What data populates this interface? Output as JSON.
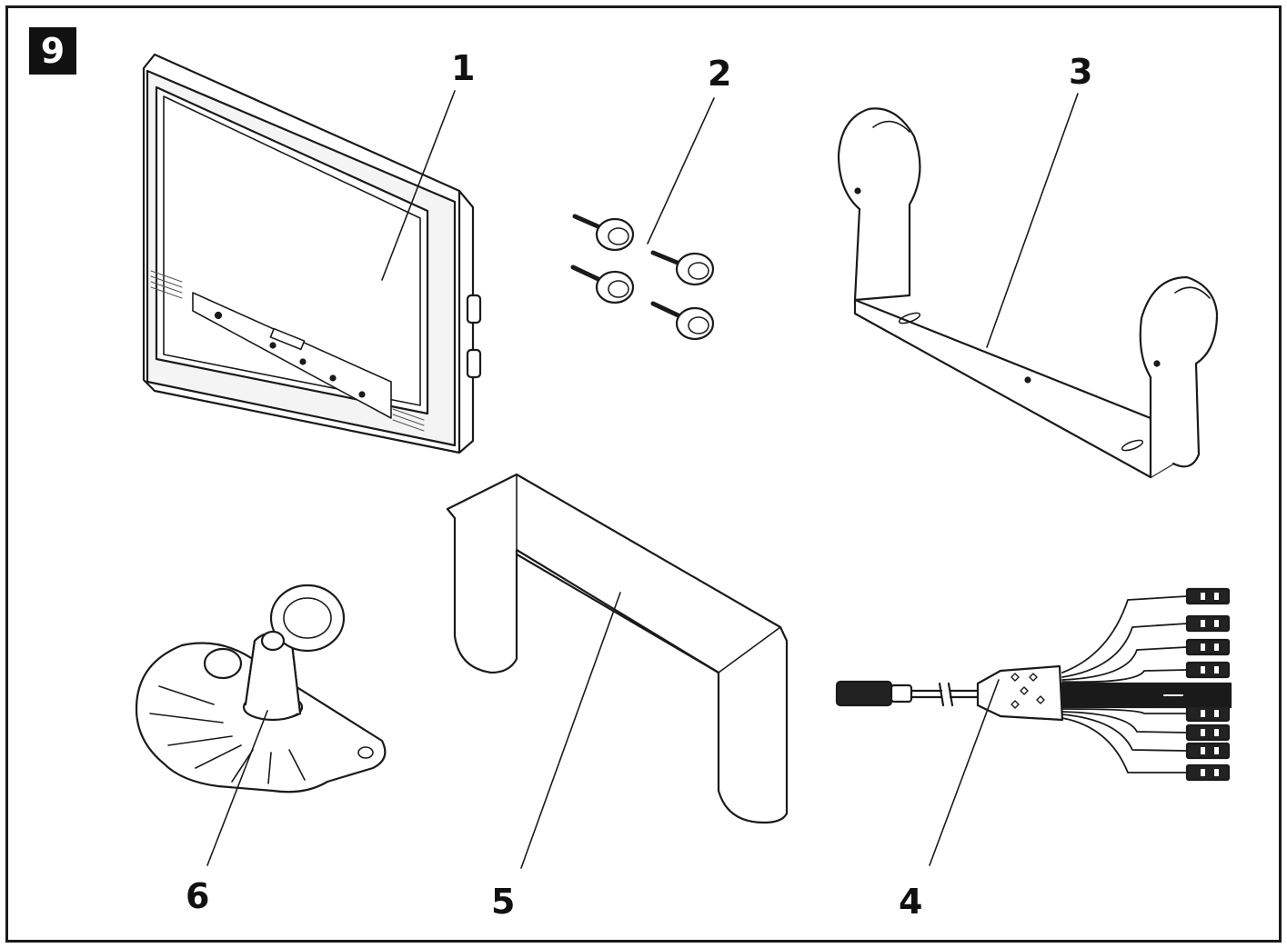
{
  "figure": {
    "number": "9"
  },
  "callouts": [
    {
      "id": "monitor",
      "label": "1"
    },
    {
      "id": "screws",
      "label": "2"
    },
    {
      "id": "bracket",
      "label": "3"
    },
    {
      "id": "cable",
      "label": "4"
    },
    {
      "id": "sunshade",
      "label": "5"
    },
    {
      "id": "suction-mount",
      "label": "6"
    }
  ],
  "colors": {
    "line": "#1a1a1a",
    "fill": "#ffffff",
    "shade": "#e6e6e6",
    "dark": "#222222"
  }
}
